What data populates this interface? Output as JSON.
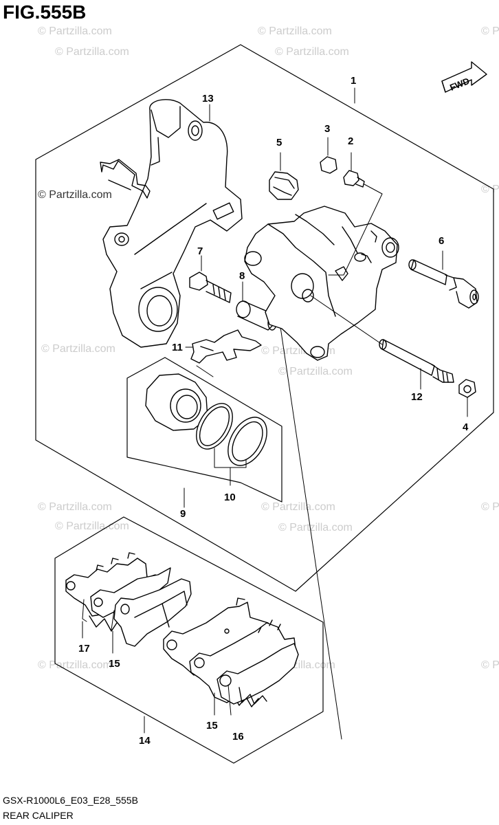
{
  "figure": {
    "title": "FIG.555B"
  },
  "fwd_label": "FWD",
  "watermark": "© Partzilla.com",
  "callouts": {
    "n1": "1",
    "n2": "2",
    "n3": "3",
    "n4": "4",
    "n5": "5",
    "n6": "6",
    "n7": "7",
    "n8": "8",
    "n9": "9",
    "n10": "10",
    "n11": "11",
    "n12": "12",
    "n13": "13",
    "n14": "14",
    "n15a": "15",
    "n15b": "15",
    "n16": "16",
    "n17": "17"
  },
  "footer": {
    "code": "GSX-R1000L6_E03_E28_555B",
    "name": "REAR CALIPER"
  }
}
